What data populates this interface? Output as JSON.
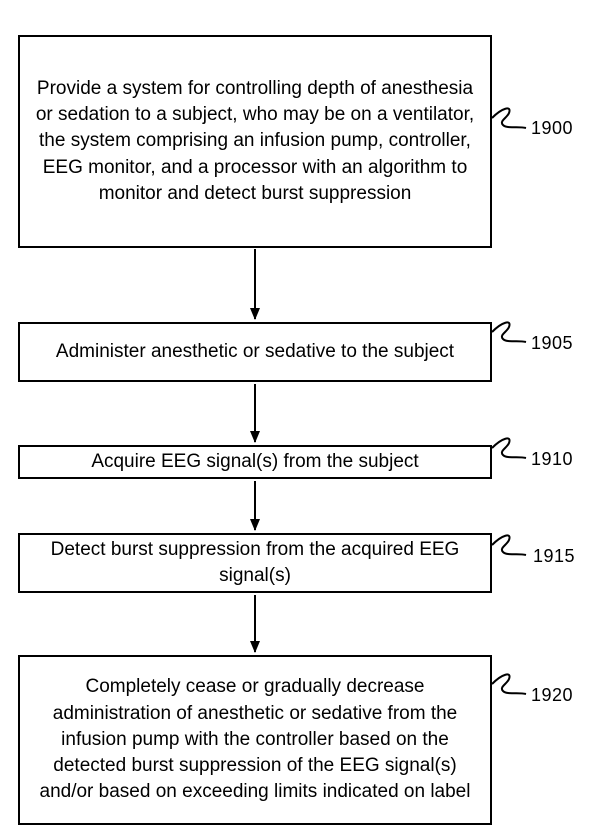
{
  "figure": {
    "steps": [
      {
        "ref": "1900",
        "text": "Provide a system for controlling depth of anesthesia or sedation to a subject, who may be on a ventilator, the system comprising an infusion pump, controller, EEG monitor, and a processor with an algorithm to monitor and detect burst suppression"
      },
      {
        "ref": "1905",
        "text": "Administer anesthetic or sedative to the subject"
      },
      {
        "ref": "1910",
        "text": "Acquire EEG signal(s) from the subject"
      },
      {
        "ref": "1915",
        "text": "Detect burst suppression from the acquired EEG signal(s)"
      },
      {
        "ref": "1920",
        "text": "Completely cease or gradually decrease administration of anesthetic or sedative from the infusion pump with the controller based on the detected burst suppression of the EEG signal(s) and/or based on exceeding limits indicated on label"
      }
    ]
  }
}
